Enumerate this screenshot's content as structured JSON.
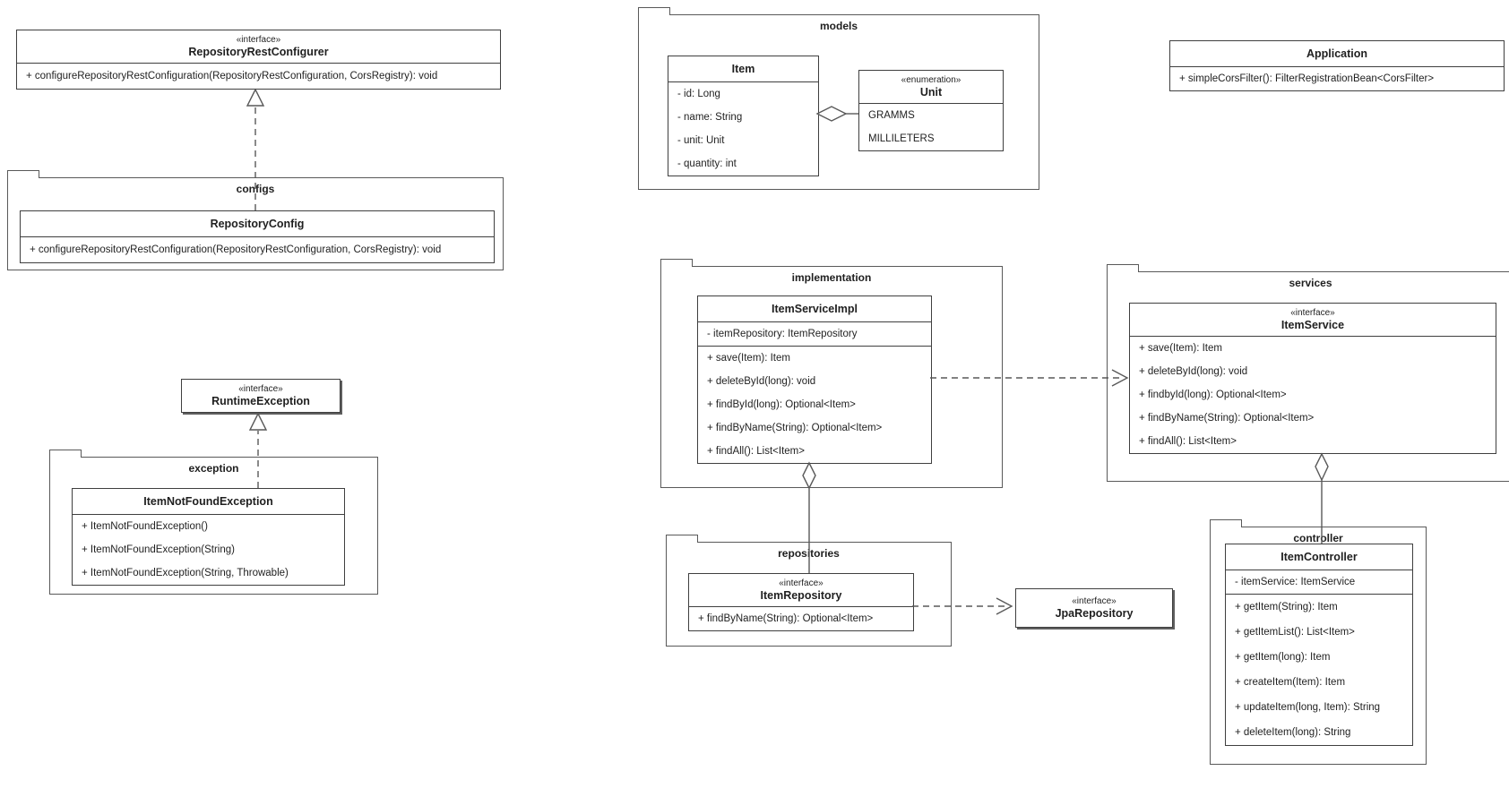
{
  "colors": {
    "line": "#595959",
    "box_border": "#3f3f3f",
    "text": "#1f1f1f",
    "background": "#ffffff"
  },
  "packages": {
    "configs": {
      "label": "configs"
    },
    "models": {
      "label": "models"
    },
    "exception": {
      "label": "exception"
    },
    "implementation": {
      "label": "implementation"
    },
    "services": {
      "label": "services"
    },
    "repositories": {
      "label": "repositories"
    },
    "controller": {
      "label": "controller"
    }
  },
  "classes": {
    "repository_rest_configurer": {
      "stereotype": "«interface»",
      "name": "RepositoryRestConfigurer",
      "methods": [
        "+ configureRepositoryRestConfiguration(RepositoryRestConfiguration, CorsRegistry): void"
      ]
    },
    "repository_config": {
      "name": "RepositoryConfig",
      "methods": [
        "+ configureRepositoryRestConfiguration(RepositoryRestConfiguration, CorsRegistry): void"
      ]
    },
    "item": {
      "name": "Item",
      "attributes": [
        "- id: Long",
        "- name: String",
        "- unit: Unit",
        "- quantity: int"
      ]
    },
    "unit": {
      "stereotype": "«enumeration»",
      "name": "Unit",
      "literals": [
        "GRAMMS",
        "MILLILETERS"
      ]
    },
    "application": {
      "name": "Application",
      "methods": [
        "+ simpleCorsFilter(): FilterRegistrationBean<CorsFilter>"
      ]
    },
    "runtime_exception": {
      "stereotype": "«interface»",
      "name": "RuntimeException"
    },
    "item_not_found_exception": {
      "name": "ItemNotFoundException",
      "methods": [
        "+ ItemNotFoundException()",
        "+ ItemNotFoundException(String)",
        "+ ItemNotFoundException(String, Throwable)"
      ]
    },
    "item_service_impl": {
      "name": "ItemServiceImpl",
      "attributes": [
        "- itemRepository: ItemRepository"
      ],
      "methods": [
        "+ save(Item): Item",
        "+ deleteById(long): void",
        "+ findById(long): Optional<Item>",
        "+ findByName(String): Optional<Item>",
        "+ findAll(): List<Item>"
      ]
    },
    "item_service": {
      "stereotype": "«interface»",
      "name": "ItemService",
      "methods": [
        "+ save(Item): Item",
        "+ deleteById(long): void",
        "+ findbyId(long): Optional<Item>",
        "+ findByName(String): Optional<Item>",
        "+ findAll(): List<Item>"
      ]
    },
    "item_repository": {
      "stereotype": "«interface»",
      "name": "ItemRepository",
      "methods": [
        "+ findByName(String): Optional<Item>"
      ]
    },
    "jpa_repository": {
      "stereotype": "«interface»",
      "name": "JpaRepository"
    },
    "item_controller": {
      "name": "ItemController",
      "attributes": [
        "- itemService: ItemService"
      ],
      "methods": [
        "+ getItem(String): Item",
        "+ getItemList(): List<Item>",
        "+ getItem(long): Item",
        "+ createItem(Item): Item",
        "+ updateItem(long, Item): String",
        "+ deleteItem(long): String"
      ]
    }
  },
  "relationships": [
    {
      "type": "realization",
      "from": "RepositoryConfig",
      "to": "RepositoryRestConfigurer"
    },
    {
      "type": "realization",
      "from": "ItemNotFoundException",
      "to": "RuntimeException"
    },
    {
      "type": "aggregation",
      "from": "Item",
      "to": "Unit"
    },
    {
      "type": "dependency",
      "from": "ItemServiceImpl",
      "to": "ItemService"
    },
    {
      "type": "aggregation",
      "from": "ItemServiceImpl",
      "to": "ItemRepository"
    },
    {
      "type": "dependency",
      "from": "ItemRepository",
      "to": "JpaRepository"
    },
    {
      "type": "aggregation",
      "from": "ItemService",
      "to": "ItemController"
    }
  ]
}
